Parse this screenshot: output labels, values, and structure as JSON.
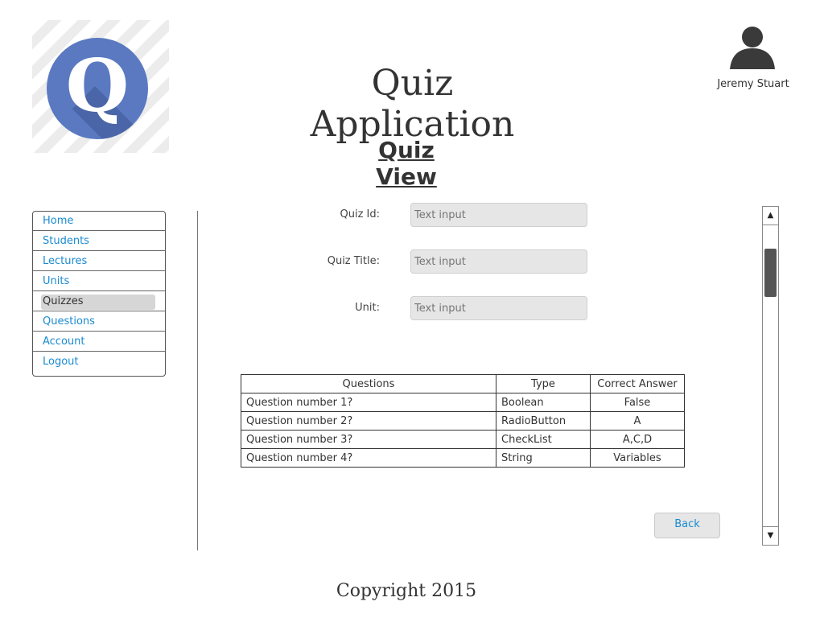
{
  "header": {
    "logo_letter": "Q",
    "app_title": "Quiz Application",
    "page_title": "Quiz View",
    "user_name": "Jeremy Stuart"
  },
  "sidebar": {
    "items": [
      {
        "label": "Home",
        "active": false
      },
      {
        "label": "Students",
        "active": false
      },
      {
        "label": "Lectures",
        "active": false
      },
      {
        "label": "Units",
        "active": false
      },
      {
        "label": "Quizzes",
        "active": true
      },
      {
        "label": "Questions",
        "active": false
      },
      {
        "label": "Account",
        "active": false
      },
      {
        "label": "Logout",
        "active": false
      }
    ]
  },
  "form": {
    "quiz_id_label": "Quiz Id:",
    "quiz_id_placeholder": "Text input",
    "quiz_title_label": "Quiz Title:",
    "quiz_title_placeholder": "Text input",
    "unit_label": "Unit:",
    "unit_placeholder": "Text input"
  },
  "table": {
    "headers": [
      "Questions",
      "Type",
      "Correct Answer"
    ],
    "rows": [
      [
        "Question number 1?",
        "Boolean",
        "False"
      ],
      [
        "Question number 2?",
        "RadioButton",
        "A"
      ],
      [
        "Question number 3?",
        "CheckList",
        "A,C,D"
      ],
      [
        "Question number 4?",
        "String",
        "Variables"
      ]
    ]
  },
  "actions": {
    "back_label": "Back"
  },
  "scrollbar": {
    "up_glyph": "▲",
    "down_glyph": "▼"
  },
  "footer": {
    "copyright": "Copyright 2015"
  },
  "colors": {
    "link": "#1a8bd1",
    "logo": "#5b79c1",
    "input_bg": "#e6e6e6",
    "active_bg": "#d6d6d6"
  },
  "icons": {
    "logo": "quiz-logo-icon",
    "user": "user-avatar-icon"
  }
}
